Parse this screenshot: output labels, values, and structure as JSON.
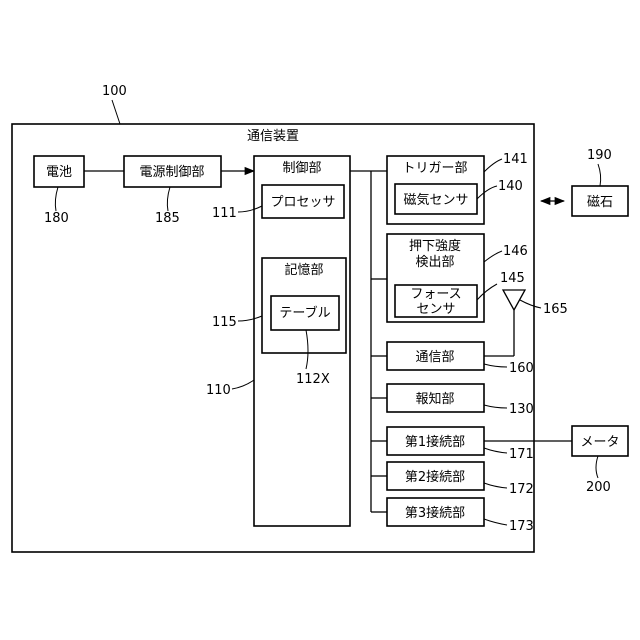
{
  "device": {
    "title": "通信装置",
    "ref": "100"
  },
  "battery": {
    "label": "電池",
    "ref": "180"
  },
  "power_control": {
    "label": "電源制御部",
    "ref": "185"
  },
  "control": {
    "label": "制御部",
    "ref": "110"
  },
  "processor": {
    "label": "プロセッサ",
    "ref": "111"
  },
  "storage": {
    "label": "記憶部",
    "ref": "115"
  },
  "table": {
    "label": "テーブル",
    "ref": "112X"
  },
  "trigger": {
    "label": "トリガー部",
    "ref": "141"
  },
  "magnetic_sensor": {
    "label": "磁気センサ",
    "ref": "140"
  },
  "press_strength": {
    "label_line1": "押下強度",
    "label_line2": "検出部",
    "ref": "146"
  },
  "force_sensor": {
    "label_line1": "フォース",
    "label_line2": "センサ",
    "ref": "145"
  },
  "antenna": {
    "ref": "165"
  },
  "communication": {
    "label": "通信部",
    "ref": "160"
  },
  "notification": {
    "label": "報知部",
    "ref": "130"
  },
  "connection1": {
    "label": "第1接続部",
    "ref": "171"
  },
  "connection2": {
    "label": "第2接続部",
    "ref": "172"
  },
  "connection3": {
    "label": "第3接続部",
    "ref": "173"
  },
  "magnet": {
    "label": "磁石",
    "ref": "190"
  },
  "meter": {
    "label": "メータ",
    "ref": "200"
  }
}
